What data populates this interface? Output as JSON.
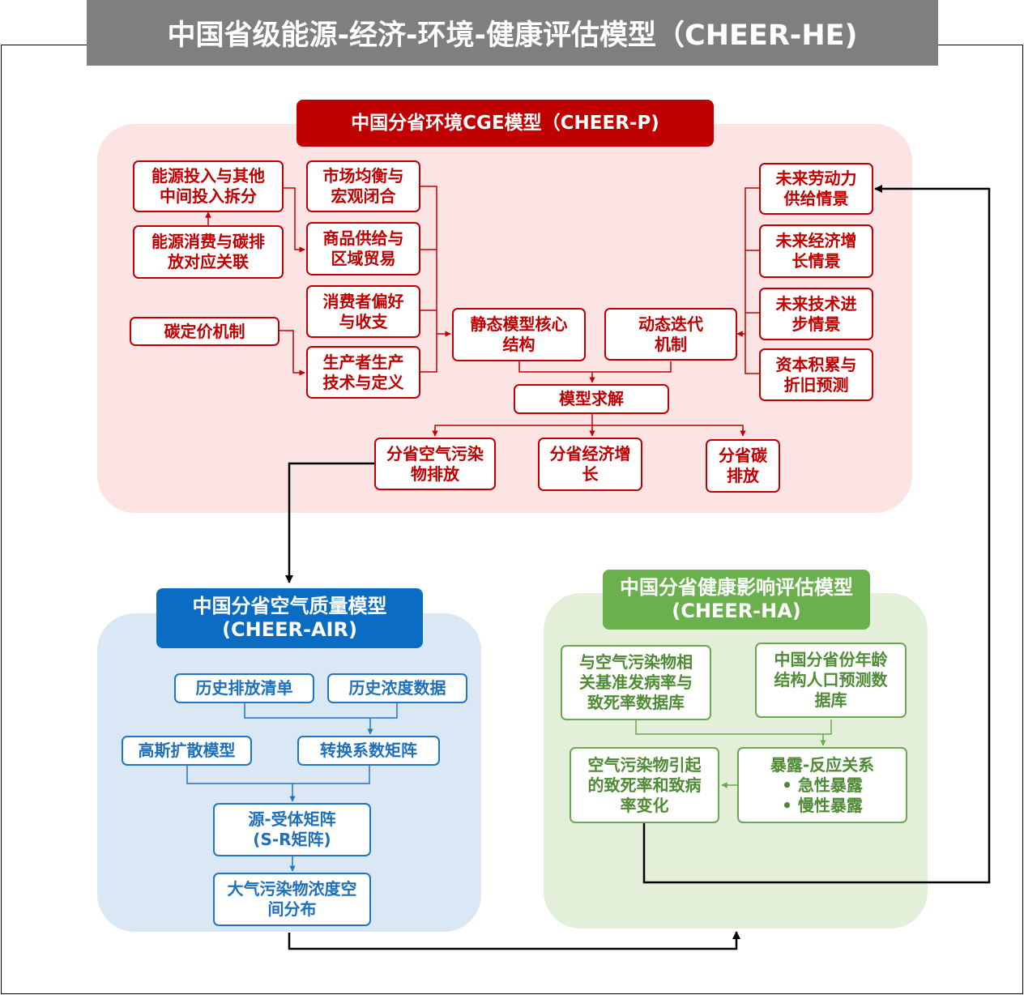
{
  "title": "中国省级能源-经济-环境-健康评估模型（CHEER-HE)",
  "cheer_p": {
    "header": "中国分省环境CGE模型（CHEER-P)",
    "energy_input_split": "能源投入与其他\n中间投入拆分",
    "energy_carbon_link": "能源消费与碳排\n放对应关联",
    "market_equilibrium": "市场均衡与\n宏观闭合",
    "goods_supply_trade": "商品供给与\n区域贸易",
    "consumer_pref": "消费者偏好\n与收支",
    "producer_tech": "生产者生产\n技术与定义",
    "carbon_price": "碳定价机制",
    "static_core": "静态模型核心\n结构",
    "dynamic_iter": "动态迭代\n机制",
    "future_labor": "未来劳动力\n供给情景",
    "future_growth": "未来经济增\n长情景",
    "future_tech": "未来技术进\n步情景",
    "capital_accum": "资本积累与\n折旧预测",
    "model_solve": "模型求解",
    "out_air_emission": "分省空气污染\n物排放",
    "out_econ_growth": "分省经济增\n长",
    "out_carbon": "分省碳\n排放"
  },
  "cheer_air": {
    "header": "中国分省空气质量模型\n(CHEER-AIR)",
    "hist_emission": "历史排放清单",
    "hist_conc": "历史浓度数据",
    "gaussian": "高斯扩散模型",
    "conversion_matrix": "转换系数矩阵",
    "sr_matrix": "源-受体矩阵\n(S-R矩阵)",
    "conc_distribution": "大气污染物浓度空\n间分布"
  },
  "cheer_ha": {
    "header": "中国分省健康影响评估模型\n(CHEER-HA)",
    "baseline_db": "与空气污染物相\n关基准发病率与\n致死率数据库",
    "population_db": "中国分省份年龄\n结构人口预测数\n据库",
    "mortality_change": "空气污染物引起\n的致死率和致病\n率变化",
    "exposure_response": "暴露-反应关系\n•   急性暴露\n•   慢性暴露"
  },
  "colors": {
    "red": "#c00000",
    "blue": "#0a6cc2",
    "green": "#6ab04c",
    "gray": "#7f7f7f"
  }
}
